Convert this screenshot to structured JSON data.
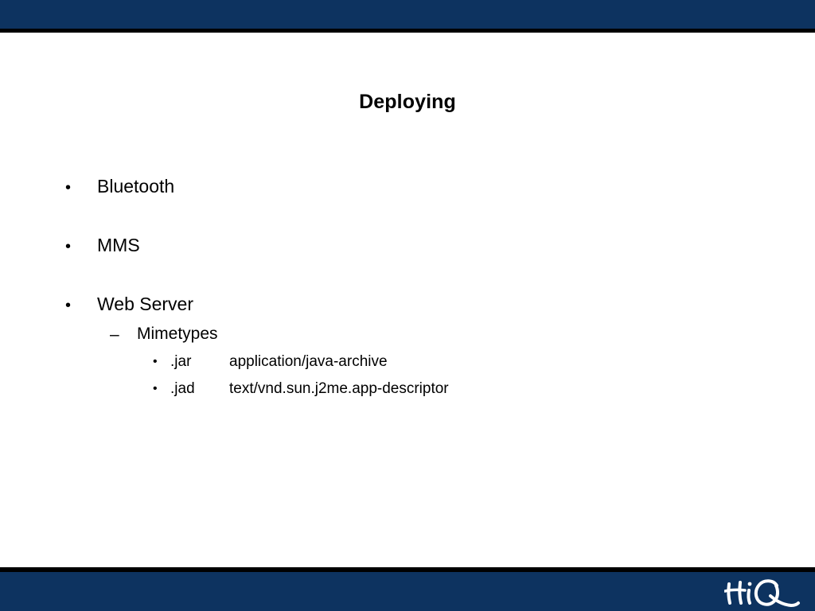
{
  "theme": {
    "band_color": "#0d3360",
    "rule_color": "#000000",
    "background": "#ffffff",
    "text_color": "#000000",
    "logo_color": "#ffffff"
  },
  "slide": {
    "title": "Deploying",
    "bullets": [
      {
        "marker": "•",
        "label": "Bluetooth"
      },
      {
        "marker": "•",
        "label": "MMS"
      },
      {
        "marker": "•",
        "label": "Web Server"
      }
    ],
    "sub_bullet": {
      "marker": "–",
      "label": "Mimetypes"
    },
    "mimetypes": [
      {
        "marker": "•",
        "extension": ".jar",
        "mimetype": "application/java-archive"
      },
      {
        "marker": "•",
        "extension": ".jad",
        "mimetype": "text/vnd.sun.j2me.app-descriptor"
      }
    ]
  },
  "footer": {
    "logo_text": "HiQ"
  }
}
